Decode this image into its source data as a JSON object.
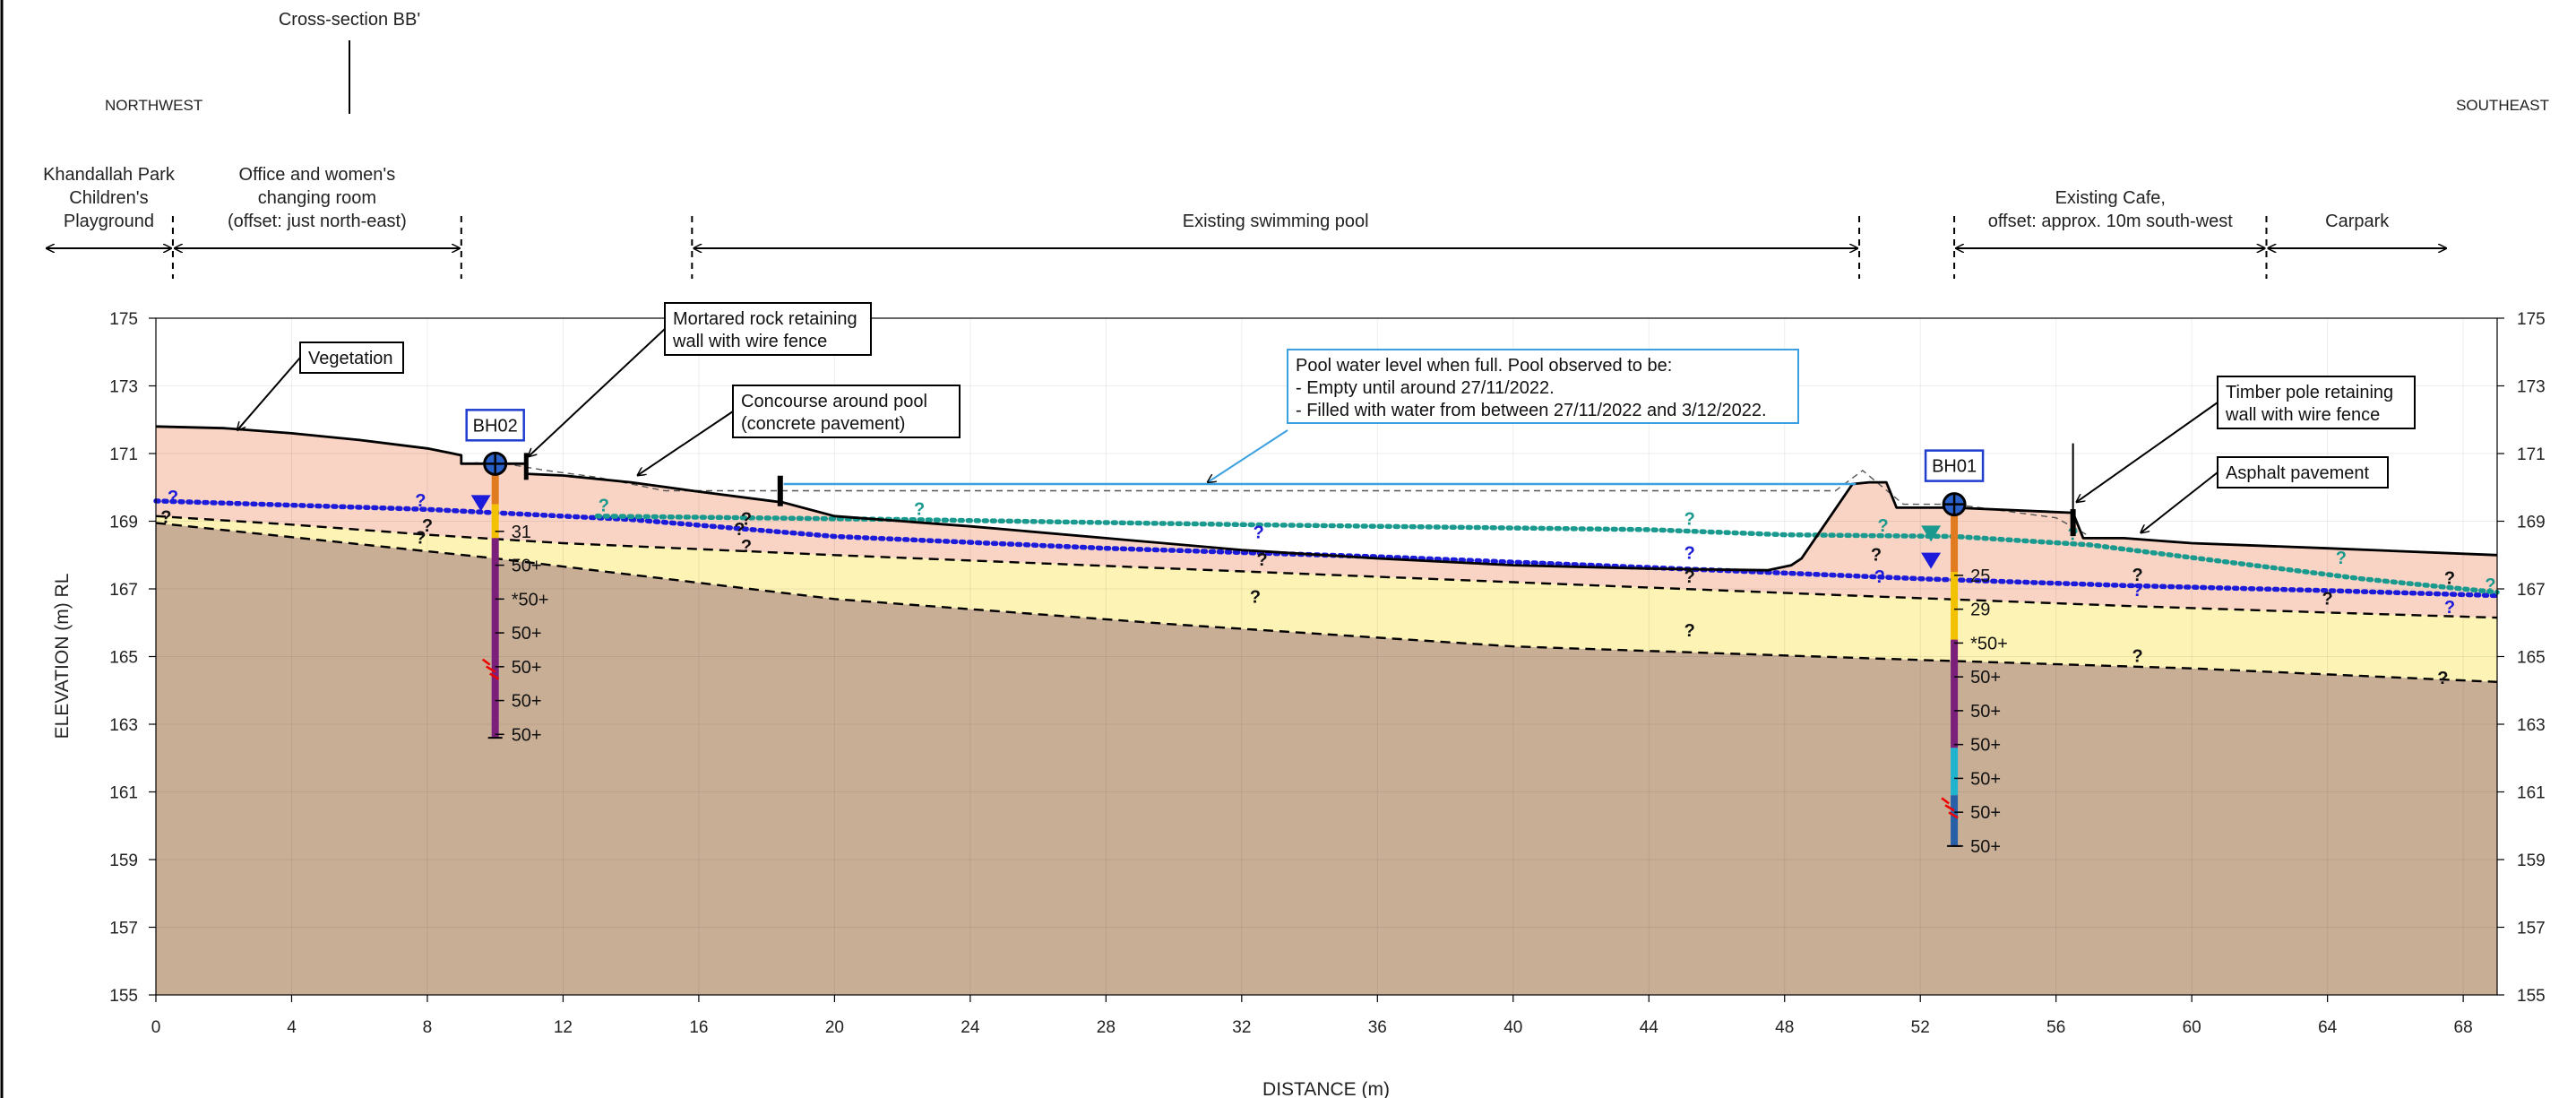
{
  "section_title": "Cross-section BB'",
  "orientation": {
    "left": "NORTHWEST",
    "right": "SOUTHEAST"
  },
  "zones": [
    {
      "label": [
        "Khandallah Park",
        "Children's",
        "Playground"
      ],
      "x_from": -5,
      "x_to": 0.5
    },
    {
      "label": [
        "Office and women's",
        "changing room",
        "(offset: just north-east)"
      ],
      "x_from": 0.5,
      "x_to": 9
    },
    {
      "label": [
        "Existing swimming pool"
      ],
      "x_from": 15.8,
      "x_to": 50.2
    },
    {
      "label": [
        "Existing Cafe,",
        "offset: approx. 10m south-west"
      ],
      "x_from": 53,
      "x_to": 62.2
    },
    {
      "label": [
        "Carpark"
      ],
      "x_from": 62.2,
      "x_to": 67.5
    }
  ],
  "annotations": [
    {
      "lines": [
        "Vegetation"
      ]
    },
    {
      "lines": [
        "Mortared rock retaining",
        "wall with wire fence"
      ]
    },
    {
      "lines": [
        "Concourse around pool",
        "(concrete pavement)"
      ]
    },
    {
      "lines": [
        "Pool water level when full. Pool observed to be:",
        "- Empty until around 27/11/2022.",
        "- Filled with water from between 27/11/2022 and 3/12/2022."
      ]
    },
    {
      "lines": [
        "Timber pole retaining",
        "wall with wire fence"
      ]
    },
    {
      "lines": [
        "Asphalt pavement"
      ]
    }
  ],
  "axes": {
    "xlabel": "DISTANCE (m)",
    "ylabel": "ELEVATION (m) RL",
    "xlim": [
      0,
      69
    ],
    "ylim": [
      155,
      175
    ],
    "xticks": [
      0,
      4,
      8,
      12,
      16,
      20,
      24,
      28,
      32,
      36,
      40,
      44,
      48,
      52,
      56,
      60,
      64,
      68
    ],
    "yticks": [
      155,
      157,
      159,
      161,
      163,
      165,
      167,
      169,
      171,
      173,
      175
    ]
  },
  "colors": {
    "fill_layer": "#f9d3c4",
    "upper_layer": "#fdf3b5",
    "bedrock": "#c9ae96",
    "groundwater_blue": "#1b1bd9",
    "groundwater_teal": "#1a9a8e",
    "pool_level": "#3aa0e0",
    "borehole_label": "#1f3ecf"
  },
  "boreholes": [
    {
      "name": "BH02",
      "x": 10,
      "collar": 170.7,
      "water_level": 169.4,
      "water_color": "blue",
      "segments": [
        {
          "from": 170.7,
          "to": 169.5,
          "color": "#e07b1f"
        },
        {
          "from": 169.5,
          "to": 168.5,
          "color": "#f2c200"
        },
        {
          "from": 168.5,
          "to": 162.6,
          "color": "#7a1f7a"
        }
      ],
      "spt": [
        {
          "elev": 168.7,
          "label": "31"
        },
        {
          "elev": 167.7,
          "label": "50+"
        },
        {
          "elev": 166.7,
          "label": "*50+"
        },
        {
          "elev": 165.7,
          "label": "50+"
        },
        {
          "elev": 164.7,
          "label": "50+"
        },
        {
          "elev": 163.7,
          "label": "50+"
        },
        {
          "elev": 162.7,
          "label": "50+"
        }
      ],
      "fracture": 164.6
    },
    {
      "name": "BH01",
      "x": 53,
      "collar": 169.5,
      "water_level": 168.5,
      "water_color": "teal",
      "water_level_2": 167.7,
      "water_color_2": "blue",
      "segments": [
        {
          "from": 169.5,
          "to": 167.5,
          "color": "#e07b1f"
        },
        {
          "from": 167.5,
          "to": 165.5,
          "color": "#f2c200"
        },
        {
          "from": 165.5,
          "to": 162.3,
          "color": "#7a1f7a"
        },
        {
          "from": 162.3,
          "to": 160.9,
          "color": "#1fb3cf"
        },
        {
          "from": 160.9,
          "to": 159.4,
          "color": "#2860a8"
        }
      ],
      "spt": [
        {
          "elev": 167.4,
          "label": "25"
        },
        {
          "elev": 166.4,
          "label": "29"
        },
        {
          "elev": 165.4,
          "label": "*50+"
        },
        {
          "elev": 164.4,
          "label": "50+"
        },
        {
          "elev": 163.4,
          "label": "50+"
        },
        {
          "elev": 162.4,
          "label": "50+"
        },
        {
          "elev": 161.4,
          "label": "50+"
        },
        {
          "elev": 160.4,
          "label": "50+"
        },
        {
          "elev": 159.4,
          "label": "50+"
        }
      ],
      "fracture": 160.5
    }
  ],
  "question_mark": "?"
}
